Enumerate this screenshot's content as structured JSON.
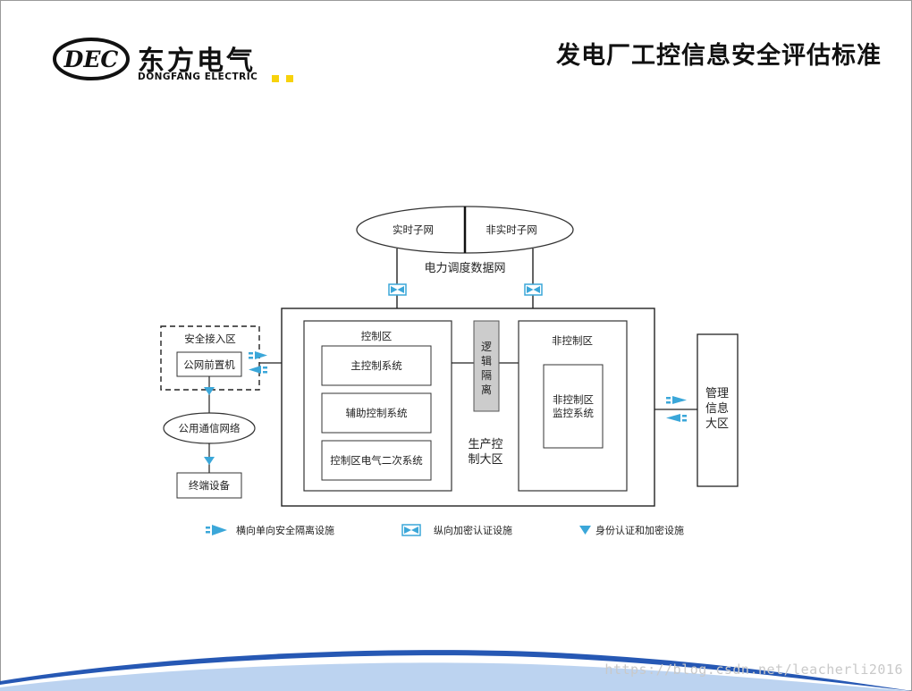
{
  "logo": {
    "mark": "DEC",
    "cn": "东方电气",
    "en": "DONGFANG ELECTRIC"
  },
  "title": "发电厂工控信息安全评估标准",
  "diagram": {
    "net_left": "实时子网",
    "net_right": "非实时子网",
    "dispatch_net": "电力调度数据网",
    "secure_access_zone": "安全接入区",
    "public_frontend": "公网前置机",
    "public_comm_net": "公用通信网络",
    "terminal": "终端设备",
    "control_zone": "控制区",
    "main_control": "主控制系统",
    "aux_control": "辅助控制系统",
    "elec_secondary": "控制区电气二次系统",
    "logic_isolation": [
      "逻",
      "辑",
      "隔",
      "离"
    ],
    "production_zone": [
      "生产控",
      "制大区"
    ],
    "noncontrol_zone": "非控制区",
    "noncontrol_monitor": [
      "非控制区",
      "监控系统"
    ],
    "mgmt_zone": [
      "管理",
      "信息",
      "大区"
    ]
  },
  "legend": [
    {
      "icon": "horizontal-isolation-icon",
      "label": "横向单向安全隔离设施"
    },
    {
      "icon": "vertical-encryption-icon",
      "label": "纵向加密认证设施"
    },
    {
      "icon": "identity-auth-icon",
      "label": "身份认证和加密设施"
    }
  ],
  "colors": {
    "accent": "#3ba7d9",
    "wave": "#1a4fb0",
    "logo_dot": "#f7d20c",
    "isolation_fill": "#cccccc"
  },
  "watermark": "https://blog.csdn.net/leacherli2016"
}
